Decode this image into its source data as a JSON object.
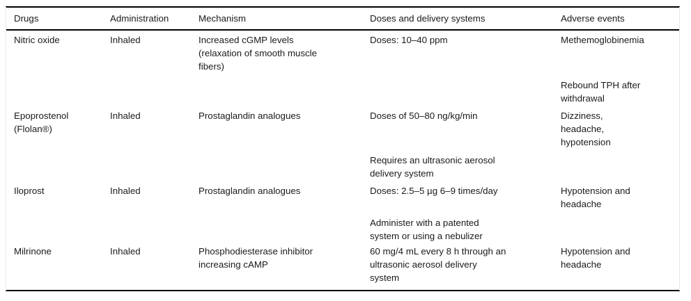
{
  "table": {
    "caption": "",
    "columns": [
      {
        "key": "drugs",
        "label": "Drugs"
      },
      {
        "key": "administration",
        "label": "Administration"
      },
      {
        "key": "mechanism",
        "label": "Mechanism"
      },
      {
        "key": "doses",
        "label": "Doses and delivery systems"
      },
      {
        "key": "adverse",
        "label": "Adverse events"
      }
    ],
    "rows": [
      {
        "drugs": "Nitric oxide",
        "administration": "Inhaled",
        "mechanism": "Increased cGMP levels\n(relaxation of smooth muscle\nfibers)",
        "doses": "Doses: 10–40 ppm",
        "adverse": "Methemoglobinemia",
        "adverse_extra": "Rebound TPH after\nwithdrawal"
      },
      {
        "drugs": "Epoprostenol\n(Flolan®)",
        "administration": "Inhaled",
        "mechanism": "Prostaglandin analogues",
        "doses": "Doses of 50–80 ng/kg/min",
        "doses_extra": "Requires an ultrasonic aerosol\ndelivery system",
        "adverse": "Dizziness,\nheadache,\nhypotension"
      },
      {
        "drugs": "Iloprost",
        "administration": "Inhaled",
        "mechanism": "Prostaglandin analogues",
        "doses": "Doses: 2.5–5 µg 6–9 times/day",
        "doses_extra": "Administer with a patented\nsystem or using a nebulizer",
        "adverse": "Hypotension and\nheadache"
      },
      {
        "drugs": "Milrinone",
        "administration": "Inhaled",
        "mechanism": "Phosphodiesterase inhibitor\nincreasing cAMP",
        "doses": "60 mg/4 mL every 8 h through an\nultrasonic aerosol delivery\nsystem",
        "adverse": "Hypotension and\nheadache"
      }
    ]
  },
  "style": {
    "rule_color": "#000000",
    "text_color": "#1a1a1a",
    "background": "#ffffff"
  }
}
